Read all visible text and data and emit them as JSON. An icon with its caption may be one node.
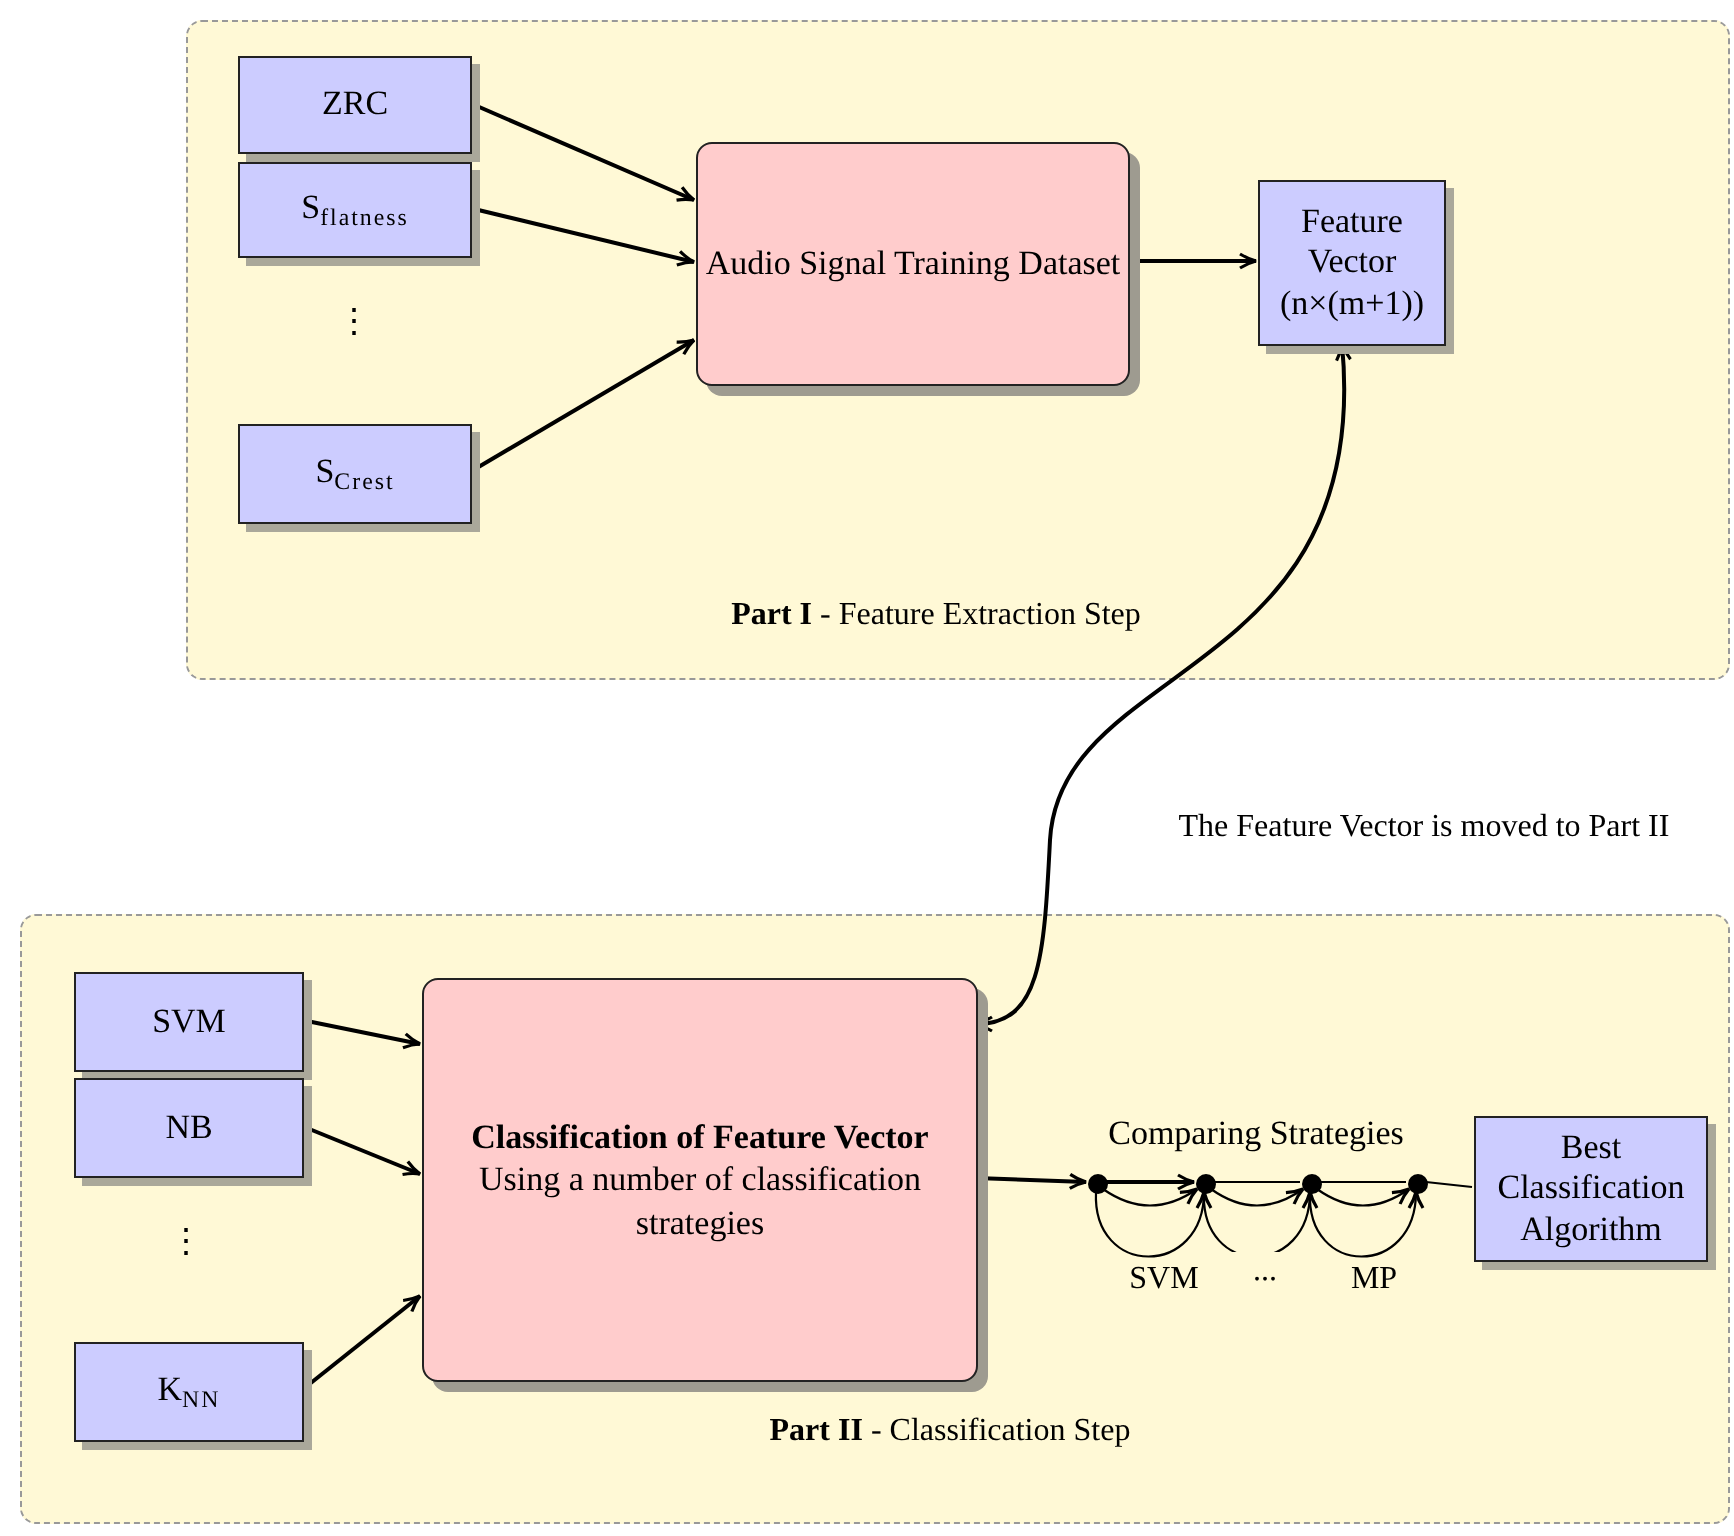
{
  "diagram": {
    "nodes": [
      {
        "text": [
          "**Part I** - Feature Extraction Step"
        ]
      },
      {
        "text": [
          "ZRC"
        ],
        "in": 0
      },
      {
        "text": [
          "S$_{flatness}$"
        ],
        "in": 0
      },
      {
        "text": [
          "S$_{Crest}$"
        ],
        "in": 0
      },
      {
        "text": [
          "Audio Signal Training Dataset"
        ],
        "in": 0
      },
      {
        "text": [
          "Feature Vector (n×(m+1))"
        ],
        "in": 0
      },
      {
        "text": [
          "**Part II** - Classification Step"
        ]
      },
      {
        "text": [
          "SVM"
        ],
        "in": 6
      },
      {
        "text": [
          "NB"
        ],
        "in": 6
      },
      {
        "text": [
          "K$_{NN}$"
        ],
        "in": 6
      },
      {
        "text": [
          "Classification of Feature Vector",
          "Using a number of classification strategies"
        ],
        "in": 6
      },
      {
        "text": [],
        "shape": "circle",
        "in": 6
      },
      {
        "text": [],
        "shape": "circle",
        "in": 6
      },
      {
        "text": [],
        "shape": "circle",
        "in": 6
      },
      {
        "text": [],
        "shape": "circle",
        "in": 6
      },
      {
        "text": [
          "Best Classification Algorithm"
        ],
        "in": 6
      }
    ],
    "edges": [
      {
        "from": 1,
        "to": 4,
        "arrow": "to"
      },
      {
        "from": 2,
        "to": 4,
        "arrow": "to"
      },
      {
        "from": 3,
        "to": 4,
        "arrow": "to"
      },
      {
        "from": 4,
        "to": 5,
        "arrow": "to"
      },
      {
        "from": 5,
        "to": 10,
        "arrow": "both",
        "label": "The Feature Vector is moved to Part II"
      },
      {
        "from": 7,
        "to": 10,
        "arrow": "to"
      },
      {
        "from": 8,
        "to": 10,
        "arrow": "to"
      },
      {
        "from": 9,
        "to": 10,
        "arrow": "to"
      },
      {
        "from": 10,
        "to": 11,
        "arrow": "to"
      },
      {
        "from": 11,
        "to": 12,
        "arrow": "to"
      },
      {
        "from": 12,
        "to": 13,
        "arrow": "none"
      },
      {
        "from": 13,
        "to": 14,
        "arrow": "none"
      },
      {
        "from": 14,
        "to": 15,
        "arrow": "none"
      },
      {
        "from": 11,
        "to": 12,
        "arrow": "to"
      },
      {
        "from": 12,
        "to": 13,
        "arrow": "to"
      },
      {
        "from": 13,
        "to": 14,
        "arrow": "to"
      },
      {
        "from": 11,
        "to": 12,
        "arrow": "to",
        "label": "SVM"
      },
      {
        "from": 12,
        "to": 13,
        "arrow": "to",
        "label": "..."
      },
      {
        "from": 13,
        "to": 14,
        "arrow": "to",
        "label": "MP"
      }
    ],
    "labels": [
      "⋮",
      "⋮",
      "Comparing Strategies"
    ]
  }
}
